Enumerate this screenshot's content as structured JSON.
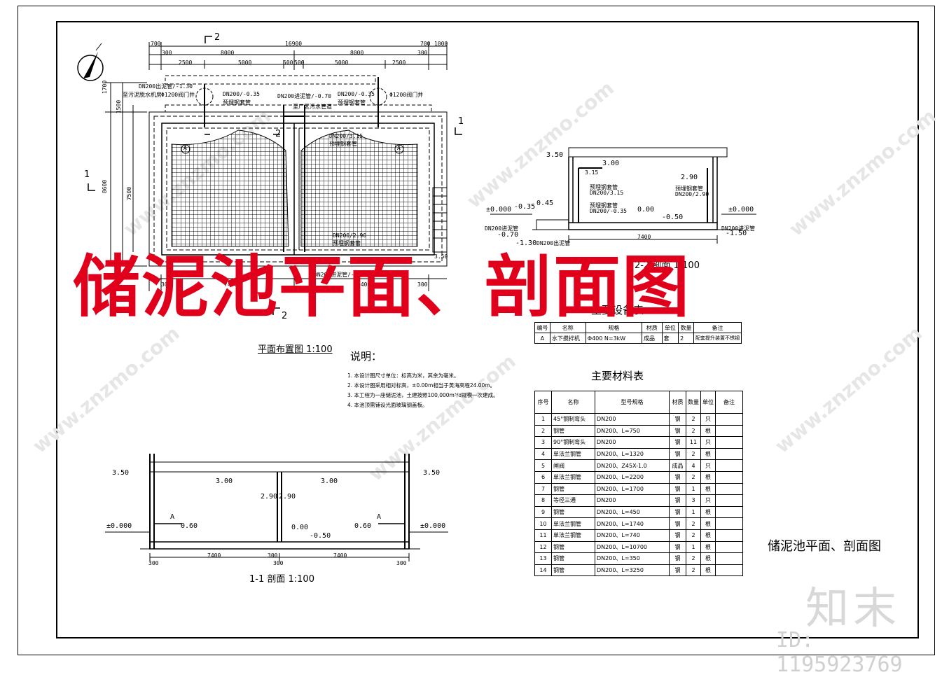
{
  "title_overlay": "储泥池平面、剖面图",
  "title_block": "储泥池平面、剖面图",
  "watermark": "www.znzmo.com",
  "logo": "知末",
  "id_text": "ID: 1195923769",
  "plan": {
    "caption": "平面布置图 1:100",
    "section_mark_2": "2",
    "section_mark_1": "1",
    "top_dims": [
      "700",
      "16900",
      "700",
      "1000"
    ],
    "dims_row2": [
      "300",
      "8000",
      "8000",
      "300"
    ],
    "dims_row3": [
      "2500",
      "5000",
      "500",
      "500",
      "5000",
      "2500"
    ],
    "left_dims": [
      "1700",
      "1500",
      "8600",
      "7500"
    ],
    "labels": {
      "outlet_top": "DN200出泥管/-1.30",
      "to_pump": "至污泥脱水机房",
      "valve_left": "Φ1200阀门井",
      "pipe_left": "DN200/-0.35",
      "sleeve1": "预埋钢套管",
      "inlet_top": "DN200进泥管/-0.70",
      "to_sewer": "至厂区污水管道",
      "pipe_right": "DN200/-0.35",
      "sleeve2": "预埋钢套管",
      "valve_right": "Φ1200阀门井",
      "pipe_mid": "DN200/3.15",
      "sleeve3": "预埋钢套管",
      "pipe_bot": "DN200/2.90",
      "sleeve4": "预埋钢套管",
      "inlet_bot": "DN200进泥管/-1.5",
      "mark_a": "A",
      "level": "3.50",
      "bottom_dims": [
        "300",
        "7400",
        "7400",
        "300"
      ]
    }
  },
  "sec22": {
    "caption": "2-2 剖面 1:100",
    "labels": [
      "3.50",
      "3.00",
      "3.15",
      "2.90",
      "预埋钢套管",
      "DN200/3.15",
      "预埋钢套管",
      "DN200/2.90",
      "±0.000",
      "-0.35",
      "0.45",
      "预埋钢套管",
      "DN200/-0.35",
      "0.00",
      "-0.50",
      "DN200进泥管",
      "-0.70",
      "-1.30",
      "DN200出泥管",
      "7400",
      "±0.000",
      "DN200进泥管",
      "-1.50"
    ]
  },
  "sec11": {
    "caption": "1-1 剖面 1:100",
    "labels": [
      "3.50",
      "3.00",
      "2.90",
      "2.90",
      "3.00",
      "3.50",
      "±0.000",
      "A",
      "0.60",
      "0.00",
      "-0.50",
      "0.60",
      "A",
      "±0.000"
    ],
    "dims": [
      "300",
      "7400",
      "300",
      "300",
      "7400",
      "300"
    ]
  },
  "notes": {
    "heading": "说明：",
    "items": [
      "1. 本设计图尺寸单位：标高为米，其余为毫米。",
      "2. 本设计图采用相对标高，±0.00m相当于黄海高程24.00m。",
      "3. 本工程为一座储泥池，土建按照100,000m³/d规模一次建成。",
      "4. 本池顶需铺设光面玻璃钢盖板。"
    ]
  },
  "equipment": {
    "heading": "主要设备表",
    "columns": [
      "编号",
      "名称",
      "规格",
      "材质",
      "单位",
      "数量",
      "备注"
    ],
    "rows": [
      [
        "A",
        "水下搅拌机",
        "Φ400 N=3kW",
        "成品",
        "套",
        "2",
        "配套提升装置不锈钢"
      ]
    ]
  },
  "materials": {
    "heading": "主要材料表",
    "columns": [
      "序号",
      "名称",
      "型号规格",
      "材质",
      "数量",
      "单位",
      "备注"
    ],
    "rows": [
      [
        "1",
        "45°钢制弯头",
        "DN200",
        "钢",
        "2",
        "只",
        ""
      ],
      [
        "2",
        "钢管",
        "DN200、L=750",
        "钢",
        "2",
        "根",
        ""
      ],
      [
        "3",
        "90°钢制弯头",
        "DN200",
        "钢",
        "11",
        "只",
        ""
      ],
      [
        "4",
        "单法兰钢管",
        "DN200、L=1320",
        "钢",
        "2",
        "根",
        ""
      ],
      [
        "5",
        "闸阀",
        "DN200、Z45X-1.0",
        "成品",
        "4",
        "只",
        ""
      ],
      [
        "6",
        "单法兰钢管",
        "DN200、L=2200",
        "钢",
        "2",
        "根",
        ""
      ],
      [
        "7",
        "钢管",
        "DN200、L=1700",
        "钢",
        "1",
        "根",
        ""
      ],
      [
        "8",
        "等径三通",
        "DN200",
        "钢",
        "3",
        "只",
        ""
      ],
      [
        "9",
        "钢管",
        "DN200、L=450",
        "钢",
        "1",
        "根",
        ""
      ],
      [
        "10",
        "单法兰钢管",
        "DN200、L=1740",
        "钢",
        "2",
        "根",
        ""
      ],
      [
        "11",
        "单法兰钢管",
        "DN200、L=740",
        "钢",
        "2",
        "根",
        ""
      ],
      [
        "12",
        "钢管",
        "DN200、L=10700",
        "钢",
        "1",
        "根",
        ""
      ],
      [
        "13",
        "钢管",
        "DN200、L=350",
        "钢",
        "2",
        "根",
        ""
      ],
      [
        "14",
        "钢管",
        "DN200、L=3250",
        "钢",
        "2",
        "根",
        ""
      ]
    ]
  }
}
